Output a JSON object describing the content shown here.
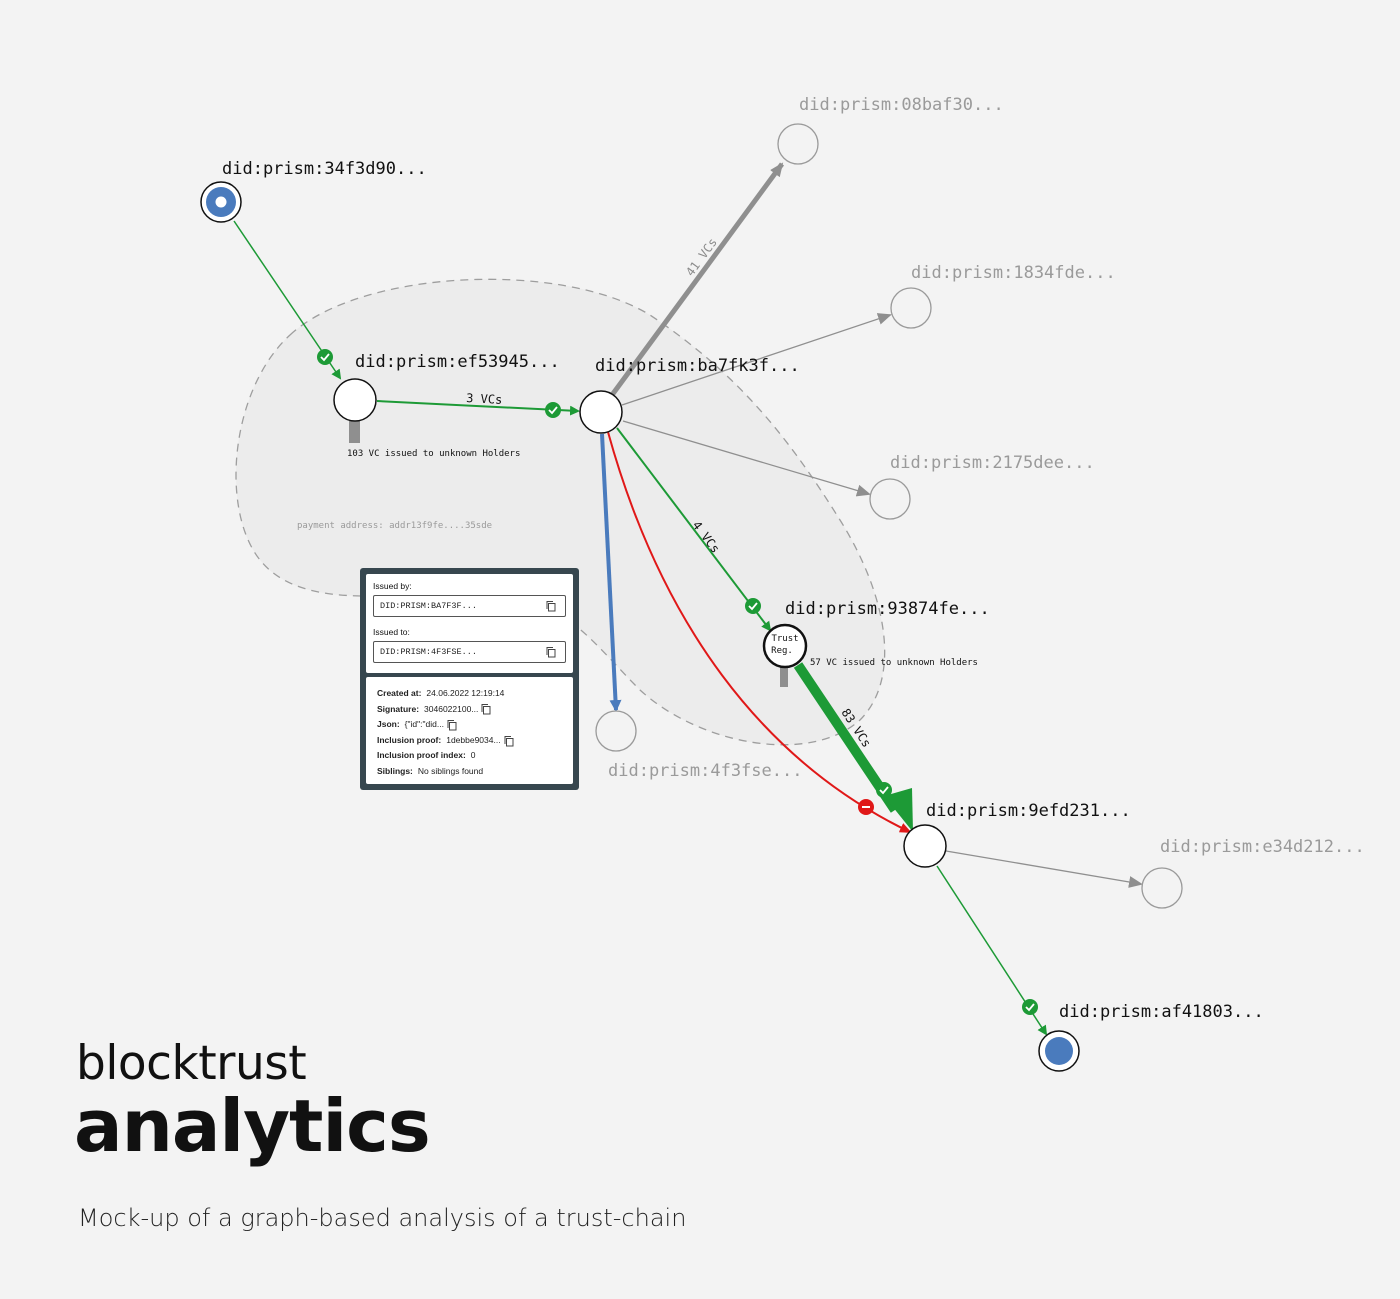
{
  "nodes": {
    "n34f3d90": "did:prism:34f3d90...",
    "nef53945": "did:prism:ef53945...",
    "nba7fk3f": "did:prism:ba7fk3f...",
    "n08baf30": "did:prism:08baf30...",
    "n1834fde": "did:prism:1834fde...",
    "n2175dee": "did:prism:2175dee...",
    "n93874fe": "did:prism:93874fe...",
    "n4f3fse": "did:prism:4f3fse...",
    "n9efd231": "did:prism:9efd231...",
    "ne34d212": "did:prism:e34d212...",
    "naf41803": "did:prism:af41803..."
  },
  "trust_registry_label": [
    "Trust",
    "Reg."
  ],
  "edge_labels": {
    "ef_to_ba": "3 VCs",
    "ba_to_08": "41 VCs",
    "ba_to_93": "4 VCs",
    "93_to_9e": "83 VCs"
  },
  "annotations": {
    "ef_unknown": "103 VC issued to unknown Holders",
    "trust_unknown": "57 VC issued to unknown Holders",
    "payment": "payment address: addr13f9fe....35sde"
  },
  "info_card": {
    "issued_by_caption": "Issued by:",
    "issued_by_value": "DID:PRISM:BA7F3F...",
    "issued_to_caption": "Issued to:",
    "issued_to_value": "DID:PRISM:4F3FSE...",
    "rows": [
      {
        "label": "Created at:",
        "value": "24.06.2022 12:19:14",
        "copy": false
      },
      {
        "label": "Signature:",
        "value": "3046022100...",
        "copy": true
      },
      {
        "label": "Json:",
        "value": "{\"id\":\"did...",
        "copy": true
      },
      {
        "label": "Inclusion proof:",
        "value": "1debbe9034...",
        "copy": true
      },
      {
        "label": "Inclusion proof index:",
        "value": "0",
        "copy": false
      },
      {
        "label": "Siblings:",
        "value": "No siblings found",
        "copy": false
      }
    ]
  },
  "branding": {
    "product_line": "blocktrust",
    "product_name": "analytics",
    "caption": "Mock-up of a graph-based analysis of a trust-chain"
  },
  "colors": {
    "background": "#f3f3f3",
    "green": "#1d9a36",
    "grey_edge": "#8f8f8f",
    "blue": "#4a7bbd",
    "red": "#e01818",
    "card_frame": "#37474f"
  }
}
